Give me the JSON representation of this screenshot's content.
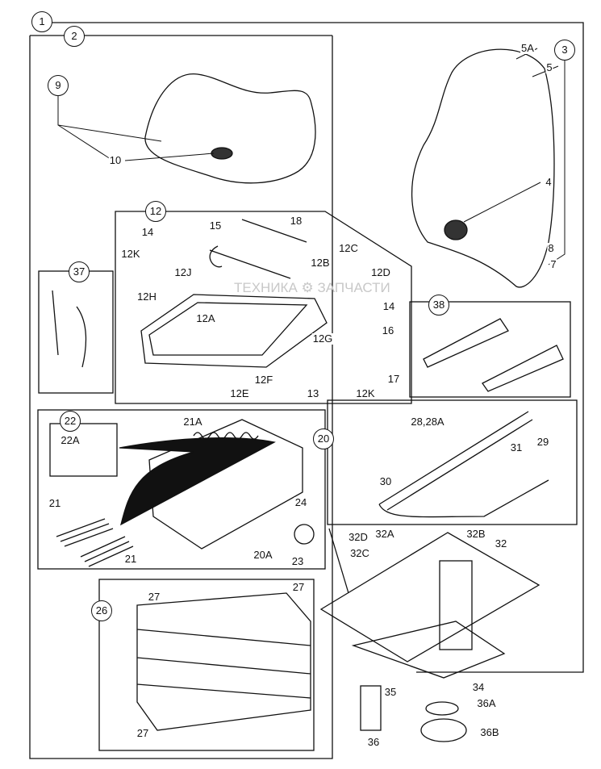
{
  "watermark": "ТЕХНИКА ⚙ ЗАПЧАСТИ",
  "labels": [
    {
      "text": "1",
      "circled": true
    },
    {
      "text": "2",
      "circled": true
    },
    {
      "text": "3",
      "circled": true
    },
    {
      "text": "5A"
    },
    {
      "text": "5"
    },
    {
      "text": "4"
    },
    {
      "text": "8"
    },
    {
      "text": "7"
    },
    {
      "text": "9",
      "circled": true
    },
    {
      "text": "10"
    },
    {
      "text": "12",
      "circled": true
    },
    {
      "text": "14"
    },
    {
      "text": "15"
    },
    {
      "text": "18"
    },
    {
      "text": "12K"
    },
    {
      "text": "12C"
    },
    {
      "text": "12B"
    },
    {
      "text": "12J"
    },
    {
      "text": "12D"
    },
    {
      "text": "12H"
    },
    {
      "text": "14"
    },
    {
      "text": "12A"
    },
    {
      "text": "16"
    },
    {
      "text": "12G"
    },
    {
      "text": "17"
    },
    {
      "text": "12F"
    },
    {
      "text": "12E"
    },
    {
      "text": "13"
    },
    {
      "text": "12K"
    },
    {
      "text": "37",
      "circled": true
    },
    {
      "text": "38",
      "circled": true
    },
    {
      "text": "22",
      "circled": true
    },
    {
      "text": "22A"
    },
    {
      "text": "21A"
    },
    {
      "text": "20",
      "circled": true
    },
    {
      "text": "28,28A"
    },
    {
      "text": "31"
    },
    {
      "text": "29"
    },
    {
      "text": "30"
    },
    {
      "text": "24"
    },
    {
      "text": "21"
    },
    {
      "text": "21"
    },
    {
      "text": "20A"
    },
    {
      "text": "23"
    },
    {
      "text": "32D"
    },
    {
      "text": "32A"
    },
    {
      "text": "32B"
    },
    {
      "text": "32"
    },
    {
      "text": "32C"
    },
    {
      "text": "26",
      "circled": true
    },
    {
      "text": "27"
    },
    {
      "text": "27"
    },
    {
      "text": "27"
    },
    {
      "text": "35"
    },
    {
      "text": "34"
    },
    {
      "text": "36A"
    },
    {
      "text": "36B"
    },
    {
      "text": "36"
    }
  ]
}
